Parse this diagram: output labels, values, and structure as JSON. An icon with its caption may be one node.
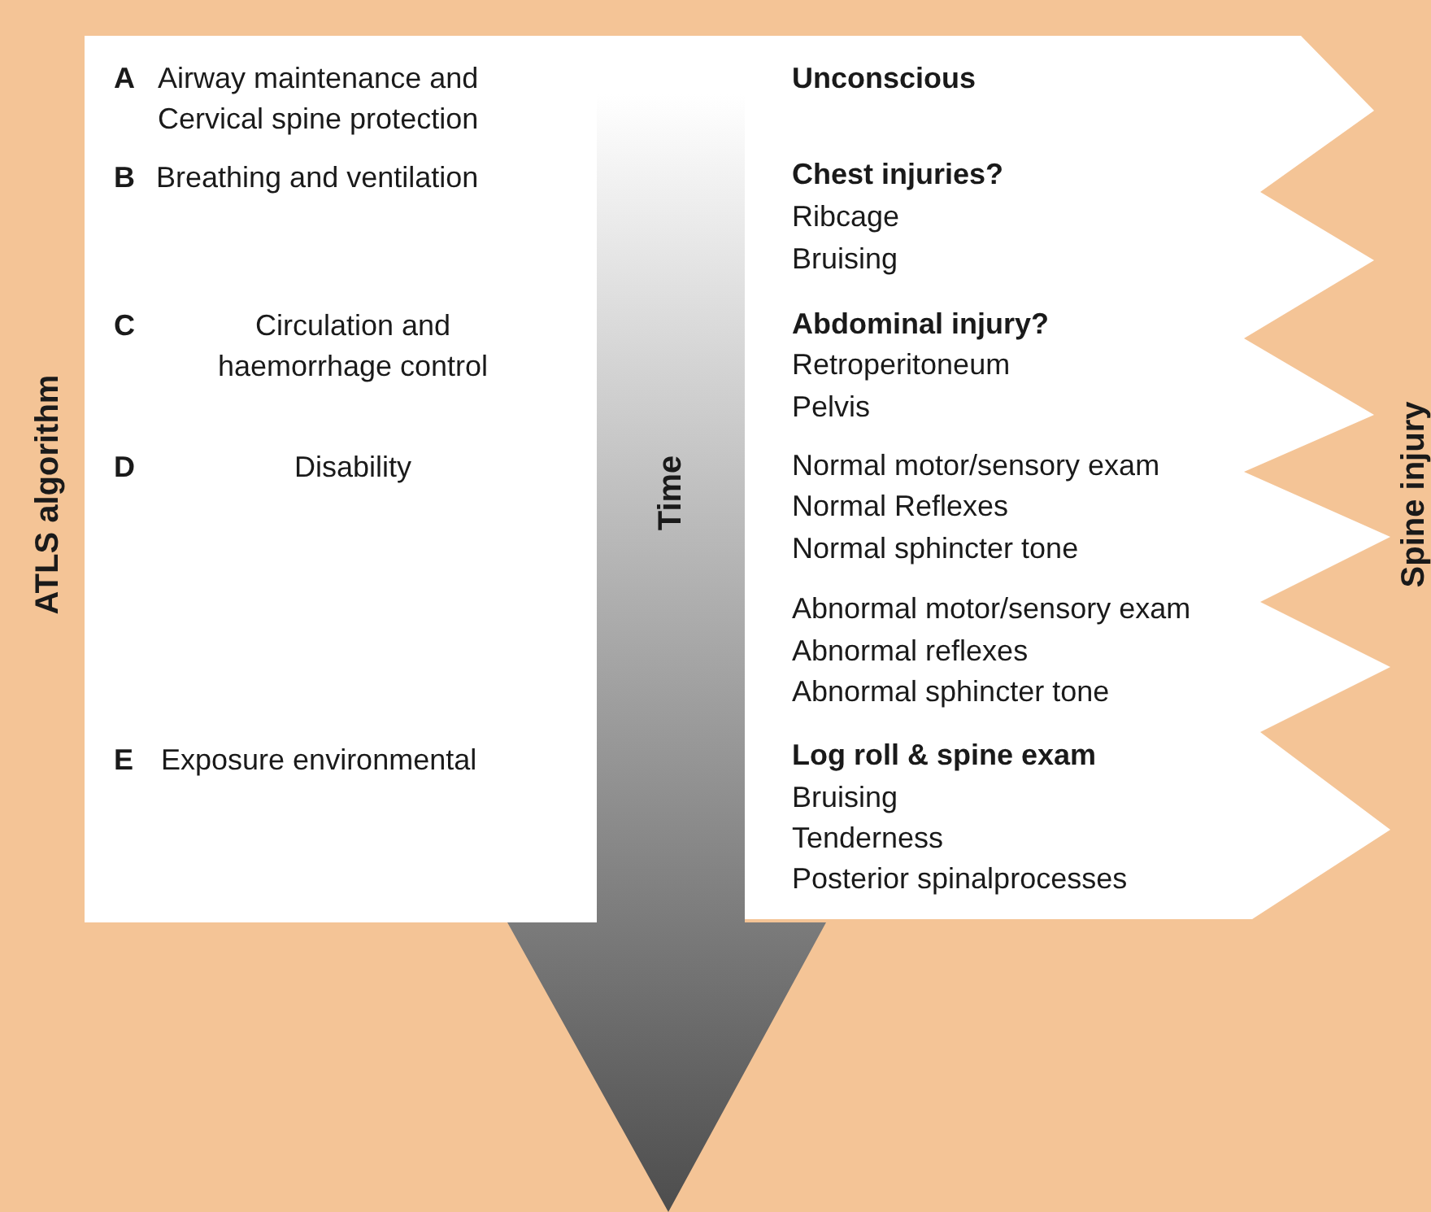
{
  "diagram": {
    "nodes": [
      {
        "text": [
          "A",
          "Airway maintenance and Cervical spine protection",
          "B",
          "Breathing and ventilation",
          "C",
          "Circulation and haemorrhage control",
          "D",
          "Disability",
          "E",
          "Exposure environmental"
        ],
        "beside": [
          "ATLS algorithm"
        ]
      },
      {
        "text": [
          "Time"
        ]
      },
      {
        "text": [
          "Unconscious",
          "Chest injuries?",
          "Ribcage",
          "Bruising",
          "Abdominal injury?",
          "Retroperitoneum",
          "Pelvis",
          "Normal motor/sensory exam",
          "Normal Reflexes",
          "Normal sphincter tone",
          "Abnormal motor/sensory exam",
          "Abnormal reflexes",
          "Abnormal sphincter tone",
          "Log roll & spine exam",
          "Bruising",
          "Tenderness",
          "Posterior spinalprocesses"
        ],
        "beside": [
          "Spine injury"
        ]
      }
    ],
    "edges": []
  }
}
